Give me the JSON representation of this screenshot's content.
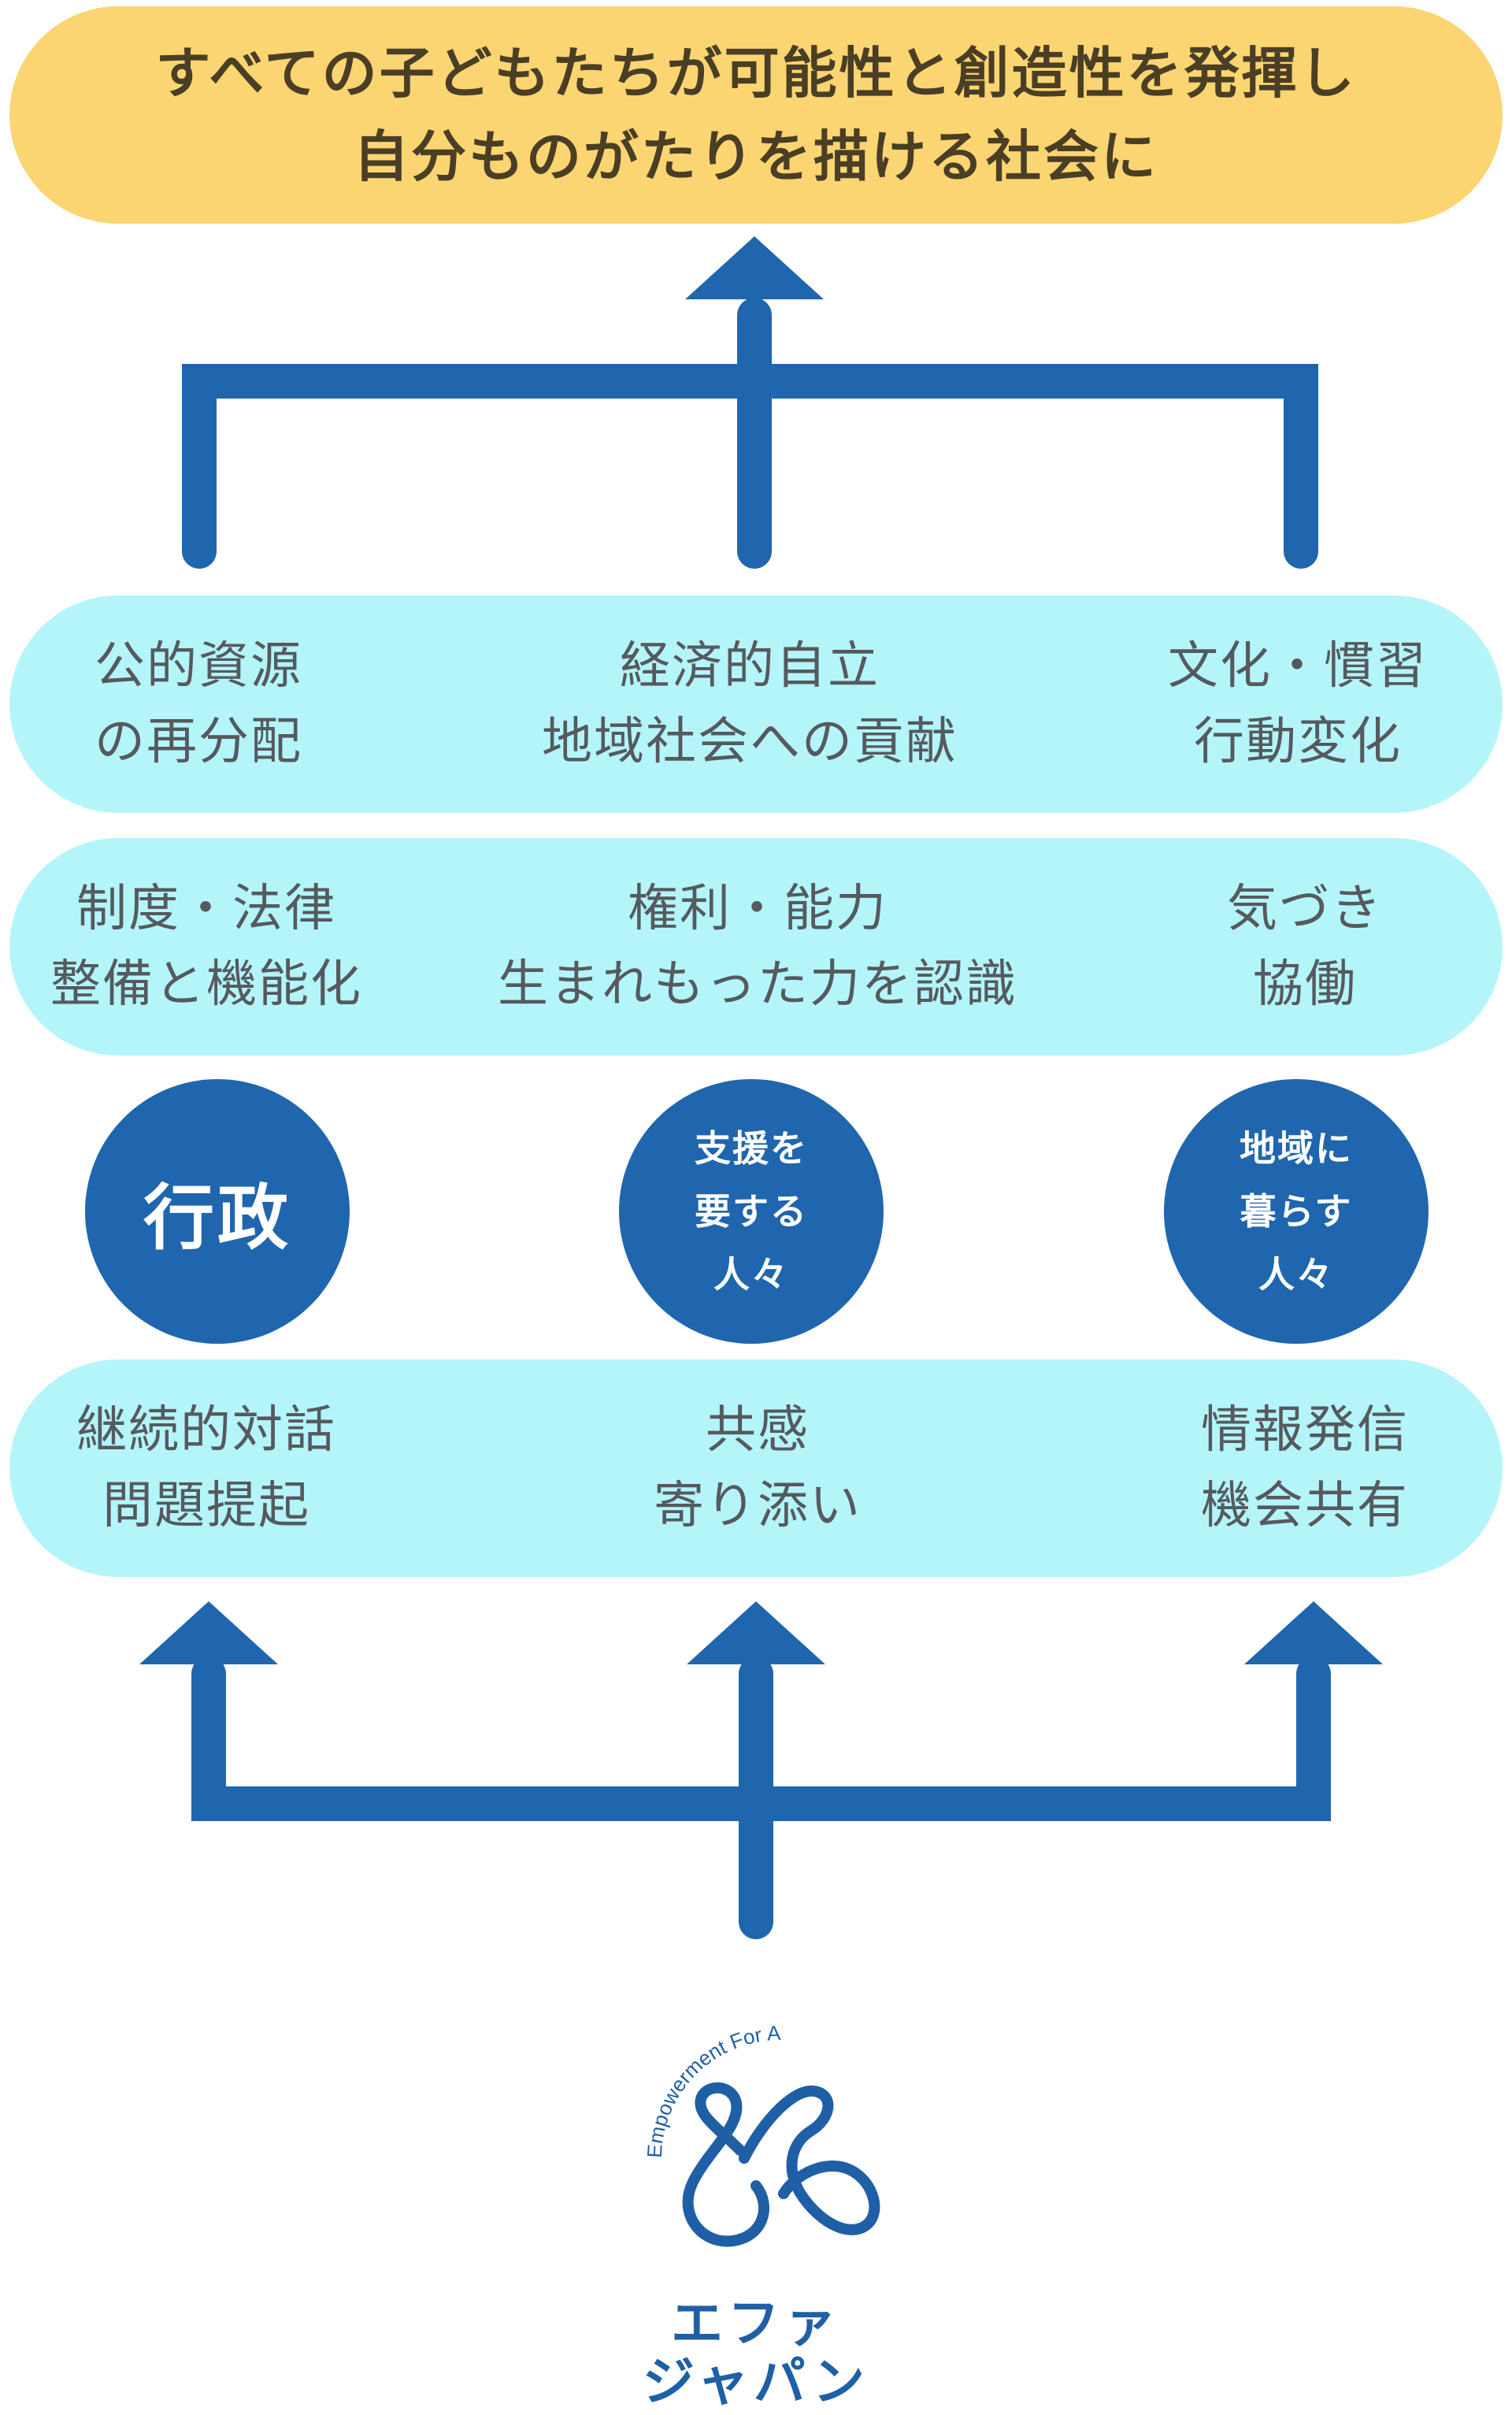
{
  "goal": {
    "line1": "すべての子どもたちが可能性と創造性を発揮し",
    "line2": "自分ものがたりを描ける社会に"
  },
  "impact_row": [
    {
      "line1": "公的資源",
      "line2": "の再分配"
    },
    {
      "line1": "経済的自立",
      "line2": "地域社会への貢献"
    },
    {
      "line1": "文化・慣習",
      "line2": "行動変化"
    }
  ],
  "outcome_row": [
    {
      "line1": "制度・法律",
      "line2": "整備と機能化"
    },
    {
      "line1": "権利・能力",
      "line2": "生まれもった力を認識"
    },
    {
      "line1": "気づき",
      "line2": "協働"
    }
  ],
  "actors": {
    "government": "行政",
    "supported": {
      "line1": "支援を",
      "line2": "要する",
      "line3": "人々"
    },
    "community": {
      "line1": "地域に",
      "line2": "暮らす",
      "line3": "人々"
    }
  },
  "activity_row": [
    {
      "line1": "継続的対話",
      "line2": "問題提起"
    },
    {
      "line1": "共感",
      "line2": "寄り添い"
    },
    {
      "line1": "情報発信",
      "line2": "機会共有"
    }
  ],
  "logo": {
    "tagline": "Empowerment For All",
    "name_line1": "エファ",
    "name_line2": "ジャパン"
  },
  "colors": {
    "goal_fill": "#FBD572",
    "band_fill": "#B4F5FA",
    "arrow": "#1F66AE",
    "circle": "#1F66AE"
  }
}
